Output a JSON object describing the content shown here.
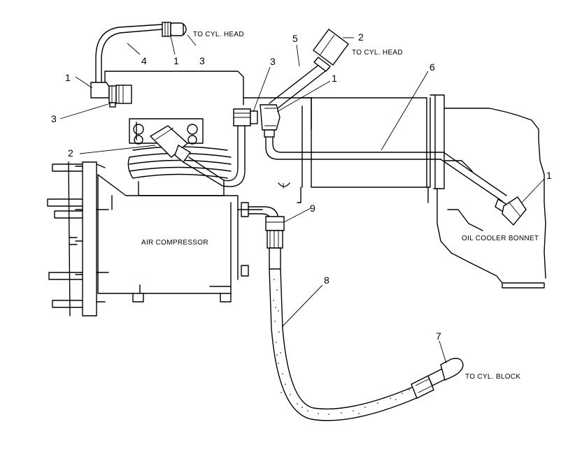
{
  "labels": {
    "to_cyl_head_1": "TO CYL. HEAD",
    "to_cyl_head_2": "TO CYL. HEAD",
    "air_compressor": "AIR COMPRESSOR",
    "oil_cooler_bonnet": "OIL COOLER BONNET",
    "to_cyl_block": "TO CYL. BLOCK"
  },
  "callouts": {
    "c1_top": "1",
    "c1_left": "1",
    "c1_mid": "1",
    "c1_right": "1",
    "c2_top": "2",
    "c2_left": "2",
    "c3_top": "3",
    "c3_left": "3",
    "c3_mid": "3",
    "c4": "4",
    "c5": "5",
    "c6": "6",
    "c7": "7",
    "c8": "8",
    "c9": "9"
  }
}
